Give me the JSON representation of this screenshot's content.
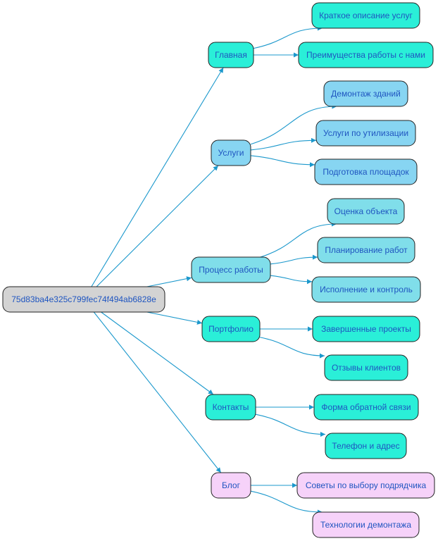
{
  "colors": {
    "root": "#d3d3d3",
    "teal": "#2aefd8",
    "sky": "#87d5f2",
    "cyan": "#80deea",
    "pink": "#f6d2f9",
    "edge": "#1b98cc",
    "text": "#1f55c0"
  },
  "nodes": [
    {
      "id": "root",
      "label": "75d83ba4e325c799fec74f494ab6828e",
      "color": "root"
    },
    {
      "id": "main",
      "label": "Главная",
      "color": "teal"
    },
    {
      "id": "main1",
      "label": "Краткое описание услуг",
      "color": "teal"
    },
    {
      "id": "main2",
      "label": "Преимущества работы с нами",
      "color": "teal"
    },
    {
      "id": "serv",
      "label": "Услуги",
      "color": "sky"
    },
    {
      "id": "serv1",
      "label": "Демонтаж зданий",
      "color": "sky"
    },
    {
      "id": "serv2",
      "label": "Услуги по утилизации",
      "color": "sky"
    },
    {
      "id": "serv3",
      "label": "Подготовка площадок",
      "color": "sky"
    },
    {
      "id": "proc",
      "label": "Процесс работы",
      "color": "cyan"
    },
    {
      "id": "proc1",
      "label": "Оценка объекта",
      "color": "cyan"
    },
    {
      "id": "proc2",
      "label": "Планирование работ",
      "color": "cyan"
    },
    {
      "id": "proc3",
      "label": "Исполнение и контроль",
      "color": "cyan"
    },
    {
      "id": "port",
      "label": "Портфолио",
      "color": "teal"
    },
    {
      "id": "port1",
      "label": "Завершенные проекты",
      "color": "teal"
    },
    {
      "id": "port2",
      "label": "Отзывы клиентов",
      "color": "teal"
    },
    {
      "id": "cont",
      "label": "Контакты",
      "color": "teal"
    },
    {
      "id": "cont1",
      "label": "Форма обратной связи",
      "color": "teal"
    },
    {
      "id": "cont2",
      "label": "Телефон и адрес",
      "color": "teal"
    },
    {
      "id": "blog",
      "label": "Блог",
      "color": "pink"
    },
    {
      "id": "blog1",
      "label": "Советы по выбору подрядчика",
      "color": "pink"
    },
    {
      "id": "blog2",
      "label": "Технологии демонтажа",
      "color": "pink"
    }
  ],
  "edges": [
    [
      "root",
      "main"
    ],
    [
      "root",
      "serv"
    ],
    [
      "root",
      "proc"
    ],
    [
      "root",
      "port"
    ],
    [
      "root",
      "cont"
    ],
    [
      "root",
      "blog"
    ],
    [
      "main",
      "main1"
    ],
    [
      "main",
      "main2"
    ],
    [
      "serv",
      "serv1"
    ],
    [
      "serv",
      "serv2"
    ],
    [
      "serv",
      "serv3"
    ],
    [
      "proc",
      "proc1"
    ],
    [
      "proc",
      "proc2"
    ],
    [
      "proc",
      "proc3"
    ],
    [
      "port",
      "port1"
    ],
    [
      "port",
      "port2"
    ],
    [
      "cont",
      "cont1"
    ],
    [
      "cont",
      "cont2"
    ],
    [
      "blog",
      "blog1"
    ],
    [
      "blog",
      "blog2"
    ]
  ]
}
